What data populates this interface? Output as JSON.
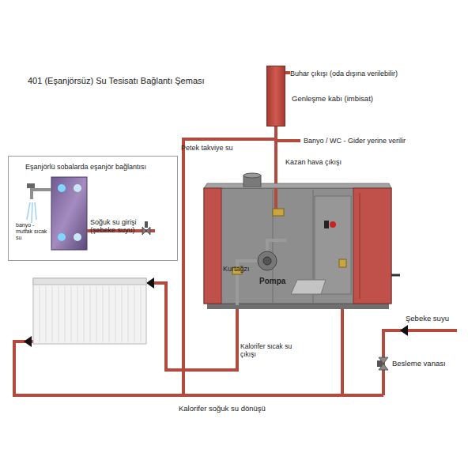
{
  "diagram": {
    "title": "401 (Eşanjörsüz) Su Tesisatı Bağlantı Şeması",
    "nodes": [
      {
        "text": [
          "Genleşme kabı (imbisat)"
        ]
      },
      {
        "text": [
          "Eşanjörlü sobalarda eşanjör bağlantısı"
        ]
      },
      {
        "text": [
          "Kurtağzı",
          "Pompa"
        ]
      }
    ],
    "edges": [
      {
        "from": 0,
        "to": 2,
        "label": "Kazan hava çıkışı",
        "arrow": "none"
      }
    ],
    "labels": [
      "Buhar çıkışı (oda dışına verilebilir)",
      "Petek takviye su",
      "Banyo / WC - Gider yerine verilir",
      "banyo - mutfak sıcak su",
      "Soğuk su girişi (şebeke suyu)",
      "Kalorifer sıcak su çıkışı",
      "Şebeke suyu",
      "Besleme vanası",
      "Kalorifer soğuk su dönüşü"
    ]
  }
}
